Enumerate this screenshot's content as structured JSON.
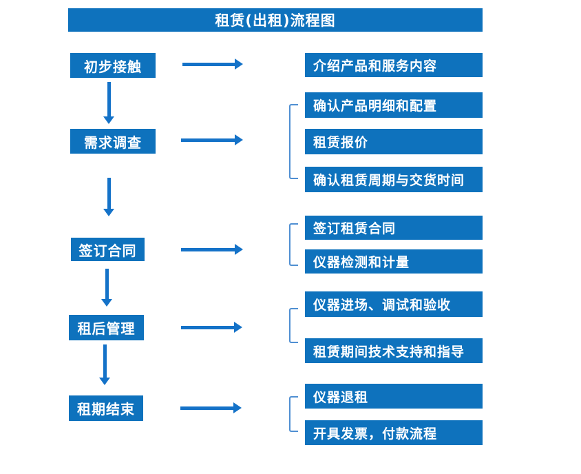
{
  "title": "租赁(出租)流程图",
  "colors": {
    "box_blue": "#0e72bd",
    "arrow_blue": "#1472c8",
    "bracket_blue": "#4f8fd2",
    "text_white": "#ffffff",
    "background": "#ffffff"
  },
  "stages": [
    {
      "label": "初步接触",
      "outputs": [
        "介绍产品和服务内容"
      ]
    },
    {
      "label": "需求调查",
      "outputs": [
        "确认产品明细和配置",
        "租赁报价",
        "确认租赁周期与交货时间"
      ]
    },
    {
      "label": "签订合同",
      "outputs": [
        "签订租赁合同",
        "仪器检测和计量"
      ]
    },
    {
      "label": "租后管理",
      "outputs": [
        "仪器进场、调试和验收",
        "租赁期间技术支持和指导"
      ]
    },
    {
      "label": "租期结束",
      "outputs": [
        "仪器退租",
        "开具发票，付款流程"
      ]
    }
  ]
}
